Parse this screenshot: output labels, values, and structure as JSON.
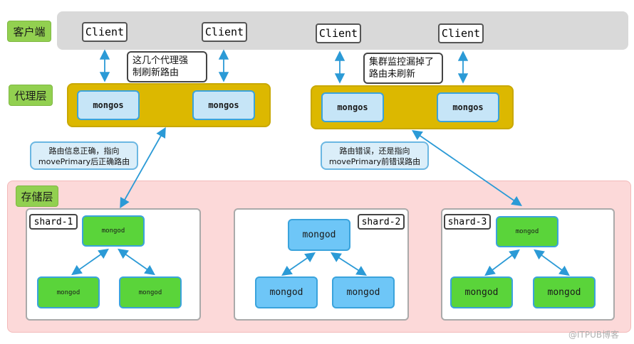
{
  "layers": {
    "client": "客户端",
    "proxy": "代理层",
    "storage": "存储层"
  },
  "clients": [
    "Client",
    "Client",
    "Client",
    "Client"
  ],
  "mongos": [
    "mongos",
    "mongos",
    "mongos",
    "mongos"
  ],
  "notes": {
    "note1": [
      "这几个代理强",
      "制刷新路由"
    ],
    "note2": [
      "集群监控漏掉了",
      "路由未刷新"
    ],
    "note3": [
      "路由信息正确，指向",
      "movePrimary后正确路由"
    ],
    "note4": [
      "路由错误，还是指向",
      "movePrimary前错误路由"
    ]
  },
  "shards": [
    {
      "label": "shard-1",
      "nodes": [
        "mongod",
        "mongod",
        "mongod"
      ]
    },
    {
      "label": "shard-2",
      "nodes": [
        "mongod",
        "mongod",
        "mongod"
      ]
    },
    {
      "label": "shard-3",
      "nodes": [
        "mongod",
        "mongod",
        "mongod"
      ]
    }
  ],
  "colors": {
    "arrow": "#2b9ad6",
    "proxy": "#dcb800",
    "green": "#5ad43a",
    "blue": "#6ec6f7"
  },
  "watermark": "@ITPUB博客"
}
